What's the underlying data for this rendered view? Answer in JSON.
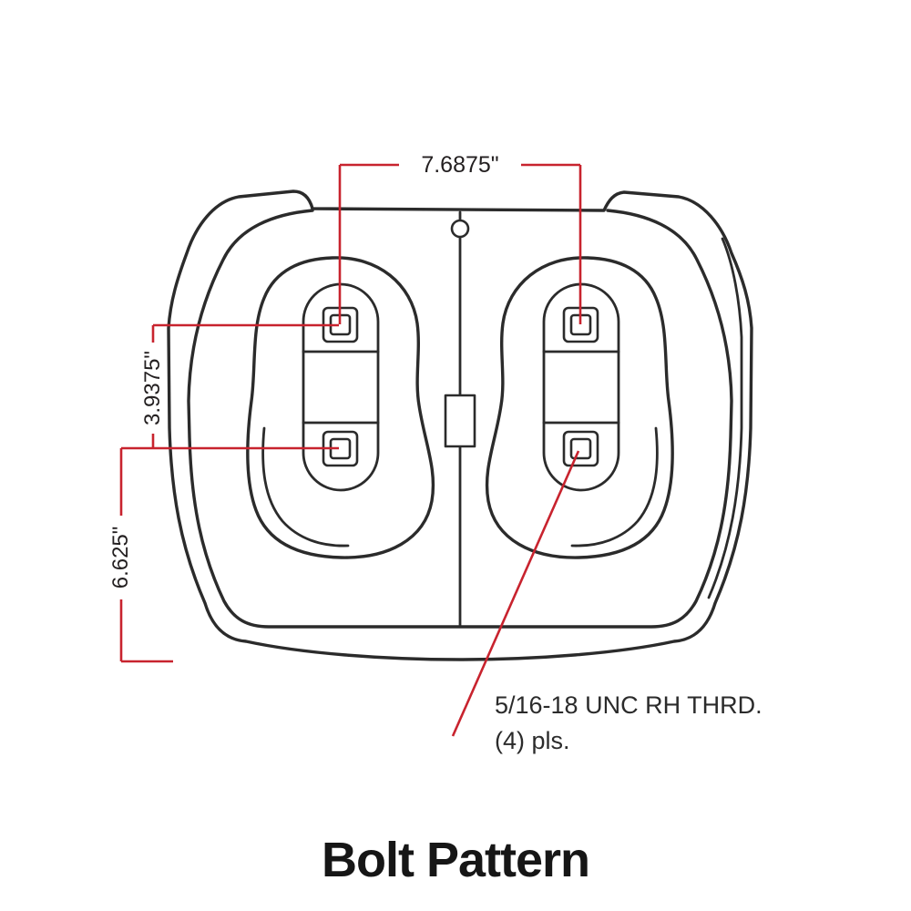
{
  "diagram": {
    "title": "Bolt Pattern",
    "dimensions": {
      "top_width": "7.6875\"",
      "vertical_spacing": "3.9375\"",
      "bottom_offset": "6.625\""
    },
    "callout": {
      "line1": "5/16-18 UNC RH THRD.",
      "line2": "(4) pls."
    },
    "colors": {
      "line": "#2b2b2b",
      "dimension": "#c8232e",
      "background": "#ffffff"
    }
  }
}
